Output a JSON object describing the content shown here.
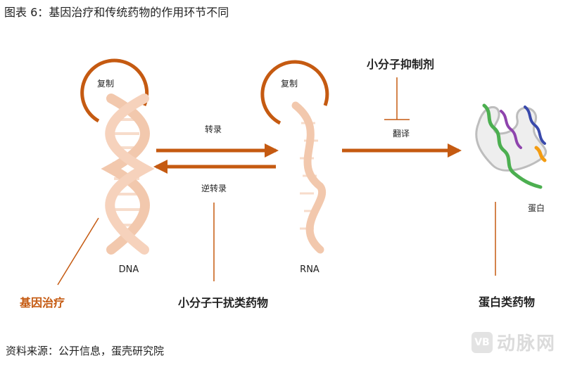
{
  "title": "图表 6：基因治疗和传统药物的作用环节不同",
  "source": "资料来源：公开信息，蛋壳研究院",
  "watermark": {
    "badge": "VB",
    "text": "动脉网"
  },
  "nodes": {
    "dna": "DNA",
    "rna": "RNA",
    "protein": "蛋白"
  },
  "replication_dna": "复制",
  "replication_rna": "复制",
  "arrows": {
    "transcription": "转录",
    "reverse_transcription": "逆转录",
    "translation": "翻译"
  },
  "therapies": {
    "gene_therapy": "基因治疗",
    "small_interfering": "小分子干扰类药物",
    "small_inhibitor": "小分子抑制剂",
    "protein_drugs": "蛋白类药物"
  },
  "colors": {
    "accent": "#c55a11",
    "strand": "#f2c8ad"
  }
}
